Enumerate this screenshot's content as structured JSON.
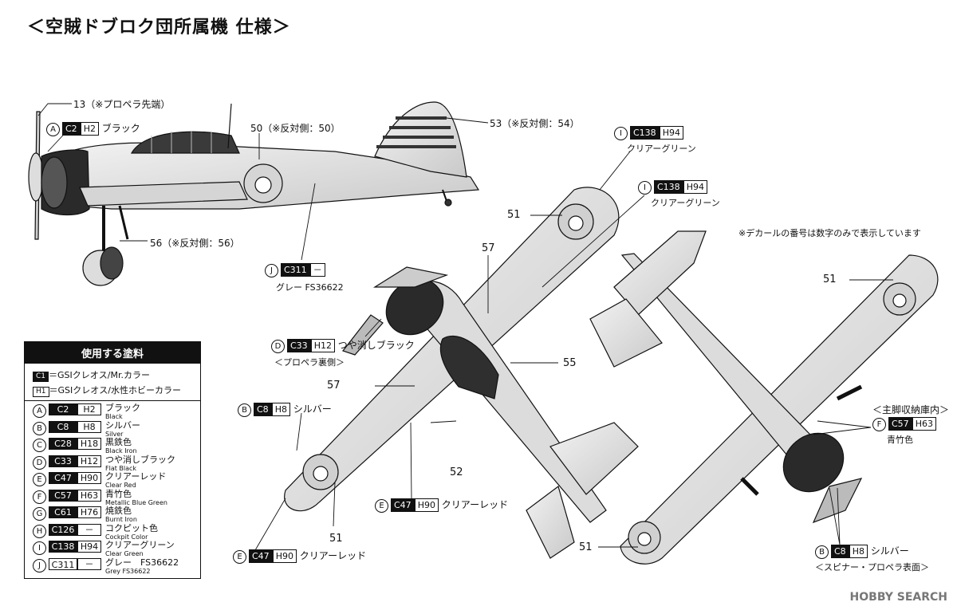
{
  "title": "＜空賊ドブロク団所属機 仕様＞",
  "note": "※デカールの番号は数字のみで表示しています",
  "watermark": "HOBBY SEARCH",
  "side_view": {
    "label_13": "13（※プロペラ先端）",
    "label_a": {
      "circle": "A",
      "c": "C2",
      "h": "H2",
      "name": "ブラック"
    },
    "label_50": "50（※反対側：50）",
    "label_53": "53（※反対側：54）",
    "label_56": "56（※反対側：56）",
    "label_j": {
      "circle": "J",
      "c": "C311",
      "h": "－",
      "name": "グレー FS36622"
    }
  },
  "top_view": {
    "label_i1": {
      "circle": "I",
      "c": "C138",
      "h": "H94",
      "name": "クリアーグリーン"
    },
    "label_i2": {
      "circle": "I",
      "c": "C138",
      "h": "H94",
      "name": "クリアーグリーン"
    },
    "label_d": {
      "circle": "D",
      "c": "C33",
      "h": "H12",
      "name": "つや消しブラック",
      "sub": "＜プロペラ裏側＞"
    },
    "label_b": {
      "circle": "B",
      "c": "C8",
      "h": "H8",
      "name": "シルバー"
    },
    "label_e1": {
      "circle": "E",
      "c": "C47",
      "h": "H90",
      "name": "クリアーレッド"
    },
    "label_e2": {
      "circle": "E",
      "c": "C47",
      "h": "H90",
      "name": "クリアーレッド"
    },
    "n51a": "51",
    "n57a": "57",
    "n57b": "57",
    "n55": "55",
    "n52": "52",
    "n51b": "51"
  },
  "bottom_view": {
    "n51a": "51",
    "n51b": "51",
    "gear_note": "＜主脚収納庫内＞",
    "label_f": {
      "circle": "F",
      "c": "C57",
      "h": "H63",
      "name": "青竹色"
    },
    "label_b": {
      "circle": "B",
      "c": "C8",
      "h": "H8",
      "name": "シルバー",
      "sub": "＜スピナー・プロペラ表面＞"
    }
  },
  "legend": {
    "header": "使用する塗料",
    "note1_code": "C1",
    "note1": "＝GSIクレオス/Mr.カラー",
    "note2_code": "H1",
    "note2": "＝GSIクレオス/水性ホビーカラー",
    "rows": [
      {
        "circle": "A",
        "c": "C2",
        "h": "H2",
        "jp": "ブラック",
        "en": "Black"
      },
      {
        "circle": "B",
        "c": "C8",
        "h": "H8",
        "jp": "シルバー",
        "en": "Silver"
      },
      {
        "circle": "C",
        "c": "C28",
        "h": "H18",
        "jp": "黒鉄色",
        "en": "Black Iron"
      },
      {
        "circle": "D",
        "c": "C33",
        "h": "H12",
        "jp": "つや消しブラック",
        "en": "Flat Black"
      },
      {
        "circle": "E",
        "c": "C47",
        "h": "H90",
        "jp": "クリアーレッド",
        "en": "Clear Red"
      },
      {
        "circle": "F",
        "c": "C57",
        "h": "H63",
        "jp": "青竹色",
        "en": "Metallic Blue Green"
      },
      {
        "circle": "G",
        "c": "C61",
        "h": "H76",
        "jp": "焼鉄色",
        "en": "Burnt Iron"
      },
      {
        "circle": "H",
        "c": "C126",
        "h": "－",
        "jp": "コクピット色",
        "en": "Cockpit Color"
      },
      {
        "circle": "I",
        "c": "C138",
        "h": "H94",
        "jp": "クリアーグリーン",
        "en": "Clear Green"
      },
      {
        "circle": "J",
        "c": "C311",
        "h": "－",
        "jp": "グレー　FS36622",
        "en": "Grey FS36622",
        "c_white": true
      }
    ]
  },
  "colors": {
    "ink": "#111111",
    "aircraft": "#e6e6e6",
    "engine": "#2a2a2a",
    "paper": "#ffffff"
  }
}
